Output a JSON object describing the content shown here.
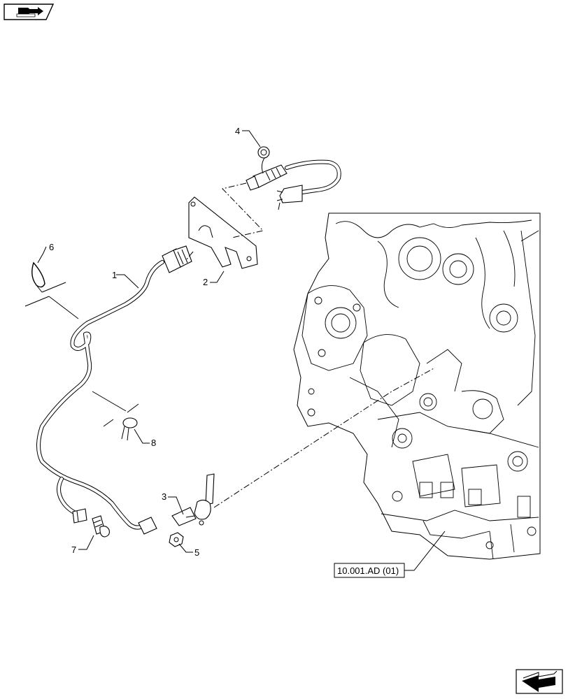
{
  "callouts": [
    {
      "id": "1",
      "label": "1"
    },
    {
      "id": "2",
      "label": "2"
    },
    {
      "id": "3",
      "label": "3"
    },
    {
      "id": "4",
      "label": "4"
    },
    {
      "id": "5",
      "label": "5"
    },
    {
      "id": "6",
      "label": "6"
    },
    {
      "id": "7",
      "label": "7"
    },
    {
      "id": "8",
      "label": "8"
    }
  ],
  "reference": {
    "label": "10.001.AD (01)"
  },
  "icons": {
    "top_left": "return-to-index-icon",
    "bottom_right": "next-page-arrow-icon"
  }
}
